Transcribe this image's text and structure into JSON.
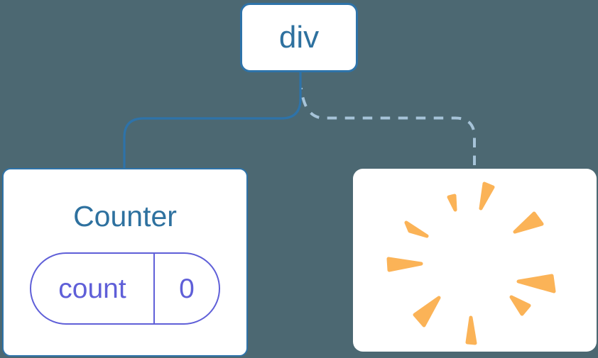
{
  "diagram": {
    "description": "React state tree diagram: div root with Counter component kept (solid link) and a removed component shown as a poof burst (dashed link)",
    "root": {
      "label": "div"
    },
    "children": [
      {
        "name": "Counter",
        "connector": "solid",
        "state": {
          "key": "count",
          "value": "0"
        }
      },
      {
        "name": "removed-component",
        "connector": "dashed",
        "icon": "poof-burst-icon"
      }
    ]
  },
  "colors": {
    "background": "#4c6872",
    "node_fill": "#ffffff",
    "blue": "#2e719f",
    "blue_border": "#2e73a9",
    "dash_blue": "#a6c3d8",
    "purple": "#5f5fd8",
    "orange": "#fbb357"
  }
}
